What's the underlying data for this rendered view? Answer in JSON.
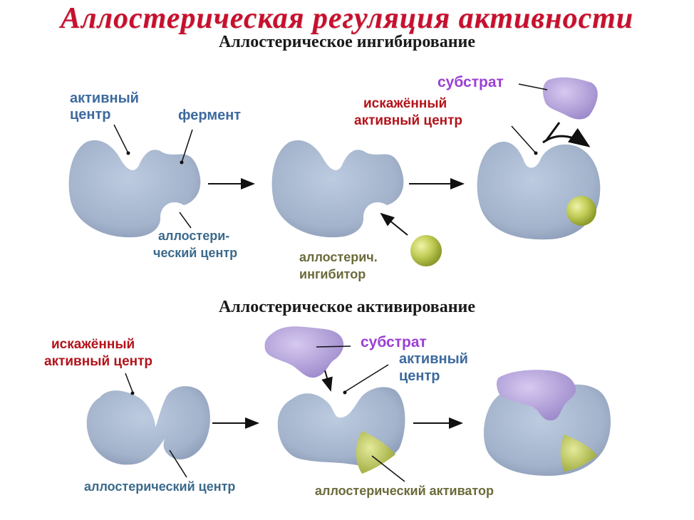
{
  "title": "Аллостерическая   регуляция   активности",
  "inhibition": {
    "heading": "Аллостерическое ингибирование",
    "active_center_1": "активный",
    "active_center_2": "центр",
    "enzyme": "фермент",
    "allosteric_center_1": "аллостери-",
    "allosteric_center_2": "ческий центр",
    "inhibitor_1": "аллостерич.",
    "inhibitor_2": "ингибитор",
    "distorted_1": "искажённый",
    "distorted_2": "активный центр",
    "substrate": "субстрат"
  },
  "activation": {
    "heading": "Аллостерическое активирование",
    "distorted_1": "искажённый",
    "distorted_2": "активный центр",
    "substrate": "субстрат",
    "active_center_1": "активный",
    "active_center_2": "центр",
    "allosteric_center": "аллостерический центр",
    "activator": "аллостерический активатор"
  },
  "colors": {
    "enzyme": "#a4b4cc",
    "substrate": "#b6a6dc",
    "effector": "#b7c657",
    "title": "#c8102e"
  }
}
